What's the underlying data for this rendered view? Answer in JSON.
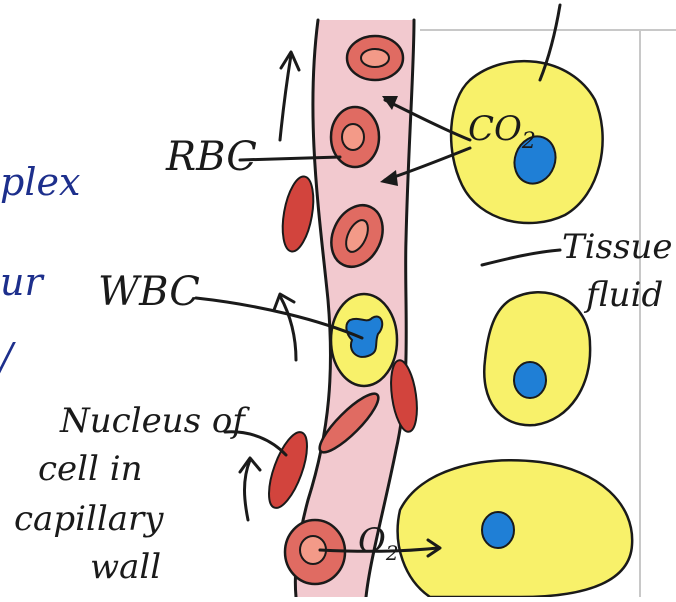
{
  "labels": {
    "rbc": "RBC",
    "wbc": "WBC",
    "co2_main": "CO",
    "co2_sub": "2",
    "o2_main": "O",
    "o2_sub": "2",
    "tissue_line1": "Tissue",
    "tissue_line2": "fluid",
    "nucleus_line1": "Nucleus of",
    "nucleus_line2": "cell in",
    "nucleus_line3": "capillary",
    "nucleus_line4": "wall"
  },
  "margin_fragments": [
    "plex",
    "ur",
    "/"
  ],
  "colors": {
    "capillary_fill": "#f2c9cf",
    "vessel_outline": "#1a1a1a",
    "rbc_fill": "#e06b62",
    "rbc_center": "#f39a88",
    "wall_nucleus": "#d2443d",
    "tissue_cell": "#f8f16a",
    "cell_nucleus": "#1f7fd6",
    "page_border": "#c8c8c8",
    "ink_blue": "#1d2f8c"
  },
  "icons": [
    "up-arrow-icon",
    "curved-arrow-icon",
    "diffusion-arrow-icon"
  ]
}
